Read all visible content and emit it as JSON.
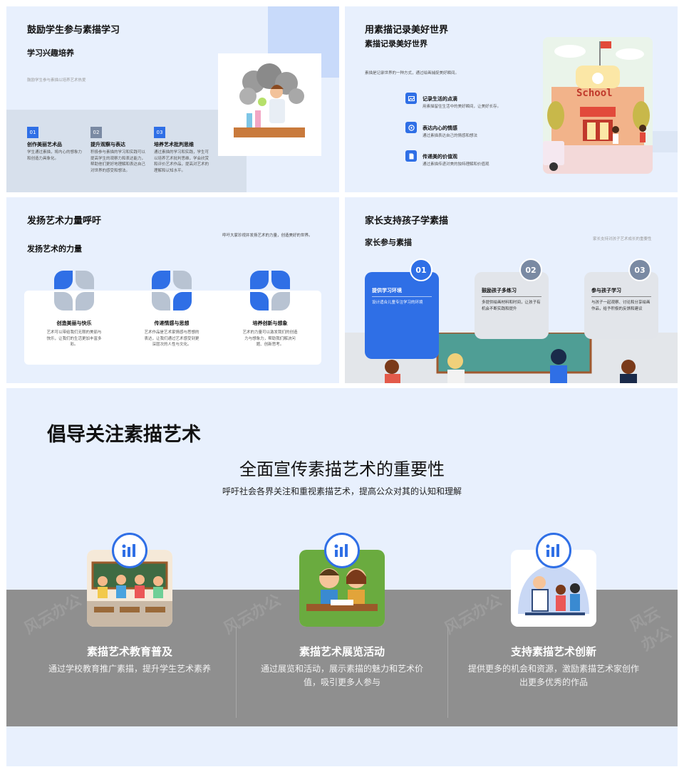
{
  "slide1": {
    "title": "鼓励学生参与素描学习",
    "subtitle": "学习兴趣培养",
    "caption": "鼓励学生参与素描以培养艺术热爱",
    "accent": "#2f6fe6",
    "items": [
      {
        "num": "01",
        "title": "创作美丽艺术品",
        "desc": "学生通过素描，将内心的想象力和创造力具象化。",
        "color": "#2f6fe6"
      },
      {
        "num": "02",
        "title": "提升观察与表达",
        "desc": "积极参与素描的学习和实践可以提高学生的观察力和表达能力，帮助他们更好地理解和表达自己对世界的感受和想法。",
        "color": "#7a8aa3"
      },
      {
        "num": "03",
        "title": "培养艺术批判思维",
        "desc": "通过素描的学习和实践，学生可以培养艺术批判思维，学会欣赏和评价艺术作品，提高对艺术的理解和认知水平。",
        "color": "#2f6fe6"
      }
    ]
  },
  "slide2": {
    "title": "用素描记录美好世界",
    "subtitle": "素描记录美好世界",
    "caption": "素描是记录世界的一种方式，通过绘画捕捉美好瞬间。",
    "school_sign": "School",
    "features": [
      {
        "title": "记录生活的点滴",
        "desc": "用素描留住生活中的美好瞬间，让美好长存。",
        "icon": "image-icon"
      },
      {
        "title": "表达内心的情感",
        "desc": "通过素描表达自己的情感和想法",
        "icon": "palette-icon"
      },
      {
        "title": "传递美的价值观",
        "desc": "通过素描传递对美的独特理解和价值观",
        "icon": "document-icon"
      }
    ]
  },
  "slide3": {
    "title": "发扬艺术力量呼吁",
    "caption": "呼吁大家珍视并发扬艺术的力量，创造美好的世界。",
    "subtitle": "发扬艺术的力量",
    "items": [
      {
        "title": "创造美丽与快乐",
        "desc": "艺术可以带给我们无限的美丽与快乐，让我们的生活更加丰富多彩。"
      },
      {
        "title": "传递情感与思想",
        "desc": "艺术作品是艺术家情感与思想的表达，让我们通过艺术感受到更深层次的人性与文化。"
      },
      {
        "title": "培养创新与想象",
        "desc": "艺术的力量可以激发我们的创造力与想象力，帮助我们解决问题、创新思考。"
      }
    ]
  },
  "slide4": {
    "title": "家长支持孩子学素描",
    "subtitle": "家长参与素描",
    "caption": "家长支持对孩子艺术成长的重要性",
    "steps": [
      {
        "num": "01",
        "title": "提供学习环境",
        "desc": "设计适合儿童专注学习的环境"
      },
      {
        "num": "02",
        "title": "鼓励孩子多练习",
        "desc": "多提供绘画材料和时间，让孩子有机会不断实践和提升"
      },
      {
        "num": "03",
        "title": "参与孩子学习",
        "desc": "与孩子一起观察、讨论和分享绘画作品，给予积极的反馈和建议"
      }
    ]
  },
  "slide5": {
    "title": "倡导关注素描艺术",
    "heading": "全面宣传素描艺术的重要性",
    "subheading": "呼吁社会各界关注和重视素描艺术，提高公众对其的认知和理解",
    "watermark": "风云办公",
    "columns": [
      {
        "title": "素描艺术教育普及",
        "desc": "通过学校教育推广素描，提升学生艺术素养",
        "icon": "chart-icon"
      },
      {
        "title": "素描艺术展览活动",
        "desc": "通过展览和活动，展示素描的魅力和艺术价值，吸引更多人参与",
        "icon": "chart-icon"
      },
      {
        "title": "支持素描艺术创新",
        "desc": "提供更多的机会和资源，激励素描艺术家创作出更多优秀的作品",
        "icon": "chart-icon"
      }
    ]
  }
}
